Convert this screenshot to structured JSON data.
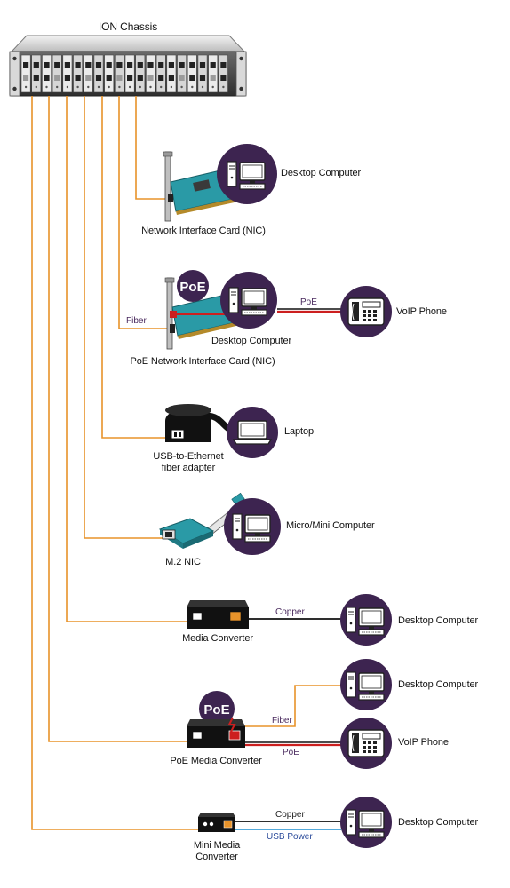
{
  "title": "ION Chassis",
  "labels": {
    "nic": "Network Interface Card (NIC)",
    "desktop": "Desktop Computer",
    "poe_nic": "PoE Network Interface Card (NIC)",
    "desktop_under": "Desktop Computer",
    "voip": "VoIP Phone",
    "laptop": "Laptop",
    "usb_line1": "USB-to-Ethernet",
    "usb_line2": "fiber adapter",
    "micro": "Micro/Mini Computer",
    "m2": "M.2 NIC",
    "media_converter": "Media Converter",
    "desktop_mc": "Desktop Computer",
    "desktop_poe_mc": "Desktop Computer",
    "voip_poe_mc": "VoIP Phone",
    "poe_media_converter": "PoE Media Converter",
    "mini_line1": "Mini Media",
    "mini_line2": "Converter",
    "desktop_mini": "Desktop Computer"
  },
  "line_labels": {
    "fiber": "Fiber",
    "poe": "PoE",
    "copper": "Copper",
    "fiber2": "Fiber",
    "poe2": "PoE",
    "copper2": "Copper",
    "usb_power": "USB Power"
  },
  "badges": {
    "poe_1": "PoE",
    "poe_2": "PoE"
  },
  "colors": {
    "fiber": "#e8932a",
    "circle": "#3d2450",
    "poe_red": "#cc1f1f",
    "copper": "#111111",
    "usb_power": "#3b9ed6",
    "nic_board": "#2a9aa6"
  },
  "icons": [
    "chassis-icon",
    "nic-card-icon",
    "poe-nic-card-icon",
    "desktop-computer-icon",
    "voip-phone-icon",
    "laptop-icon",
    "usb-adapter-icon",
    "m2-nic-icon",
    "media-converter-icon",
    "poe-media-converter-icon",
    "mini-media-converter-icon",
    "poe-badge-icon"
  ]
}
